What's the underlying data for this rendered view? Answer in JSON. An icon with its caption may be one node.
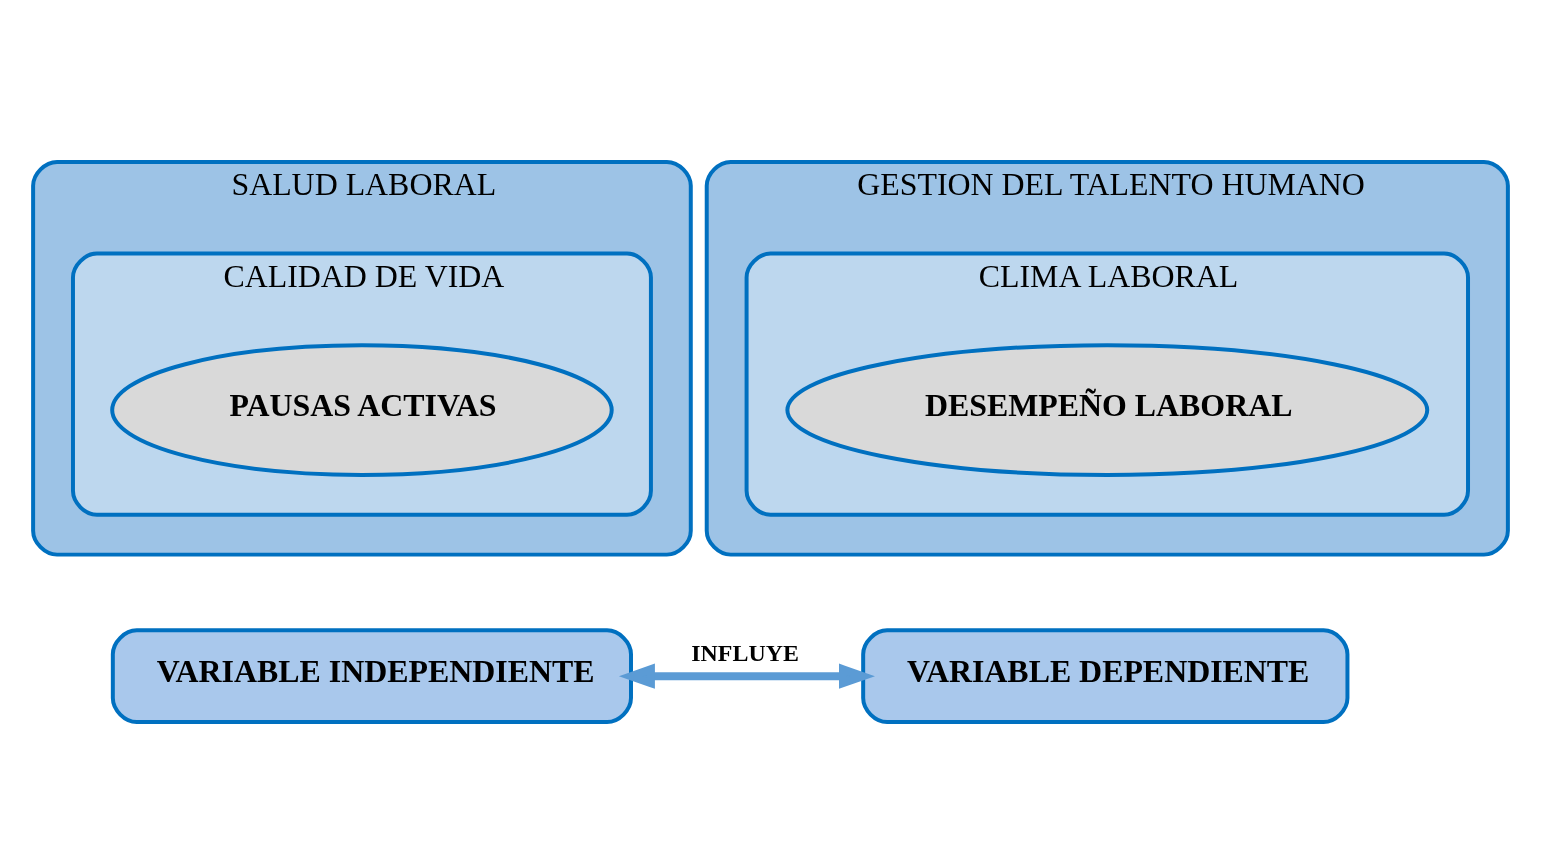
{
  "diagram": {
    "nodes": [
      {
        "text": [
          "SALUD LABORAL"
        ]
      },
      {
        "text": [
          "CALIDAD DE VIDA"
        ],
        "in": 0
      },
      {
        "text": [
          "PAUSAS ACTIVAS"
        ],
        "in": 1
      },
      {
        "text": [
          "GESTION DEL TALENTO HUMANO"
        ]
      },
      {
        "text": [
          "CLIMA LABORAL"
        ],
        "in": 3
      },
      {
        "text": [
          "DESEMPEÑO LABORAL"
        ],
        "in": 4
      },
      {
        "text": [
          "VARIABLE INDEPENDIENTE"
        ]
      },
      {
        "text": [
          "VARIABLE DEPENDIENTE"
        ]
      }
    ],
    "edges": [
      {
        "from": 6,
        "to": 7,
        "arrow": "both",
        "label": "INFLUYE"
      }
    ]
  }
}
